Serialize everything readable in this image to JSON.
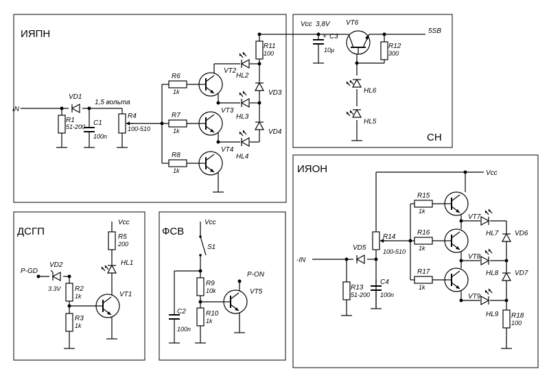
{
  "blocks": {
    "iyapn": "ИЯПН",
    "sn": "СН",
    "iyaon": "ИЯОН",
    "dsgp": "ДСГП",
    "fsv": "ФСВ"
  },
  "signals": {
    "in": "IN",
    "neg_in": "-IN",
    "vcc": "Vcc",
    "vcc_val": "3,8V",
    "sb": "5SB",
    "pgd": "P-GD",
    "pon": "P-ON",
    "volt": "1,5 вольта"
  },
  "parts": {
    "r1": "R1",
    "r1v": "51-200",
    "vd1": "VD1",
    "c1": "C1",
    "c1v": "100n",
    "r4": "R4",
    "r4v": "100-510",
    "r6": "R6",
    "r6v": "1k",
    "r7": "R7",
    "r7v": "1k",
    "r8": "R8",
    "r8v": "1k",
    "vt2": "VT2",
    "vt3": "VT3",
    "vt4": "VT4",
    "hl2": "HL2",
    "hl3": "HL3",
    "hl4": "HL4",
    "vd3": "VD3",
    "vd4": "VD4",
    "r11": "R11",
    "r11v": "100",
    "c3": "C3",
    "c3p": "+",
    "c3v": "10µ",
    "vt6": "VT6",
    "r12": "R12",
    "r12v": "300",
    "hl6": "HL6",
    "hl5": "HL5",
    "r15": "R15",
    "r15v": "1k",
    "r16": "R16",
    "r16v": "1k",
    "r17": "R17",
    "r17v": "1k",
    "r14": "R14",
    "r14v": "100-510",
    "vd5": "VD5",
    "r13": "R13",
    "r13v": "51-200",
    "c4": "C4",
    "c4v": "100n",
    "vt7": "VT7",
    "vt8": "VT8",
    "vt9": "VT9",
    "hl7": "HL7",
    "hl8": "HL8",
    "hl9": "HL9",
    "vd6": "VD6",
    "vd7": "VD7",
    "r18": "R18",
    "r18v": "100",
    "vd2": "VD2",
    "vd2v": "3.3V",
    "r2": "R2",
    "r2v": "1k",
    "r3": "R3",
    "r3v": "1k",
    "r5": "R5",
    "r5v": "200",
    "hl1": "HL1",
    "vt1": "VT1",
    "s1": "S1",
    "r9": "R9",
    "r9v": "10k",
    "r10": "R10",
    "r10v": "1k",
    "c2": "C2",
    "c2v": "100n",
    "vt5": "VT5"
  }
}
